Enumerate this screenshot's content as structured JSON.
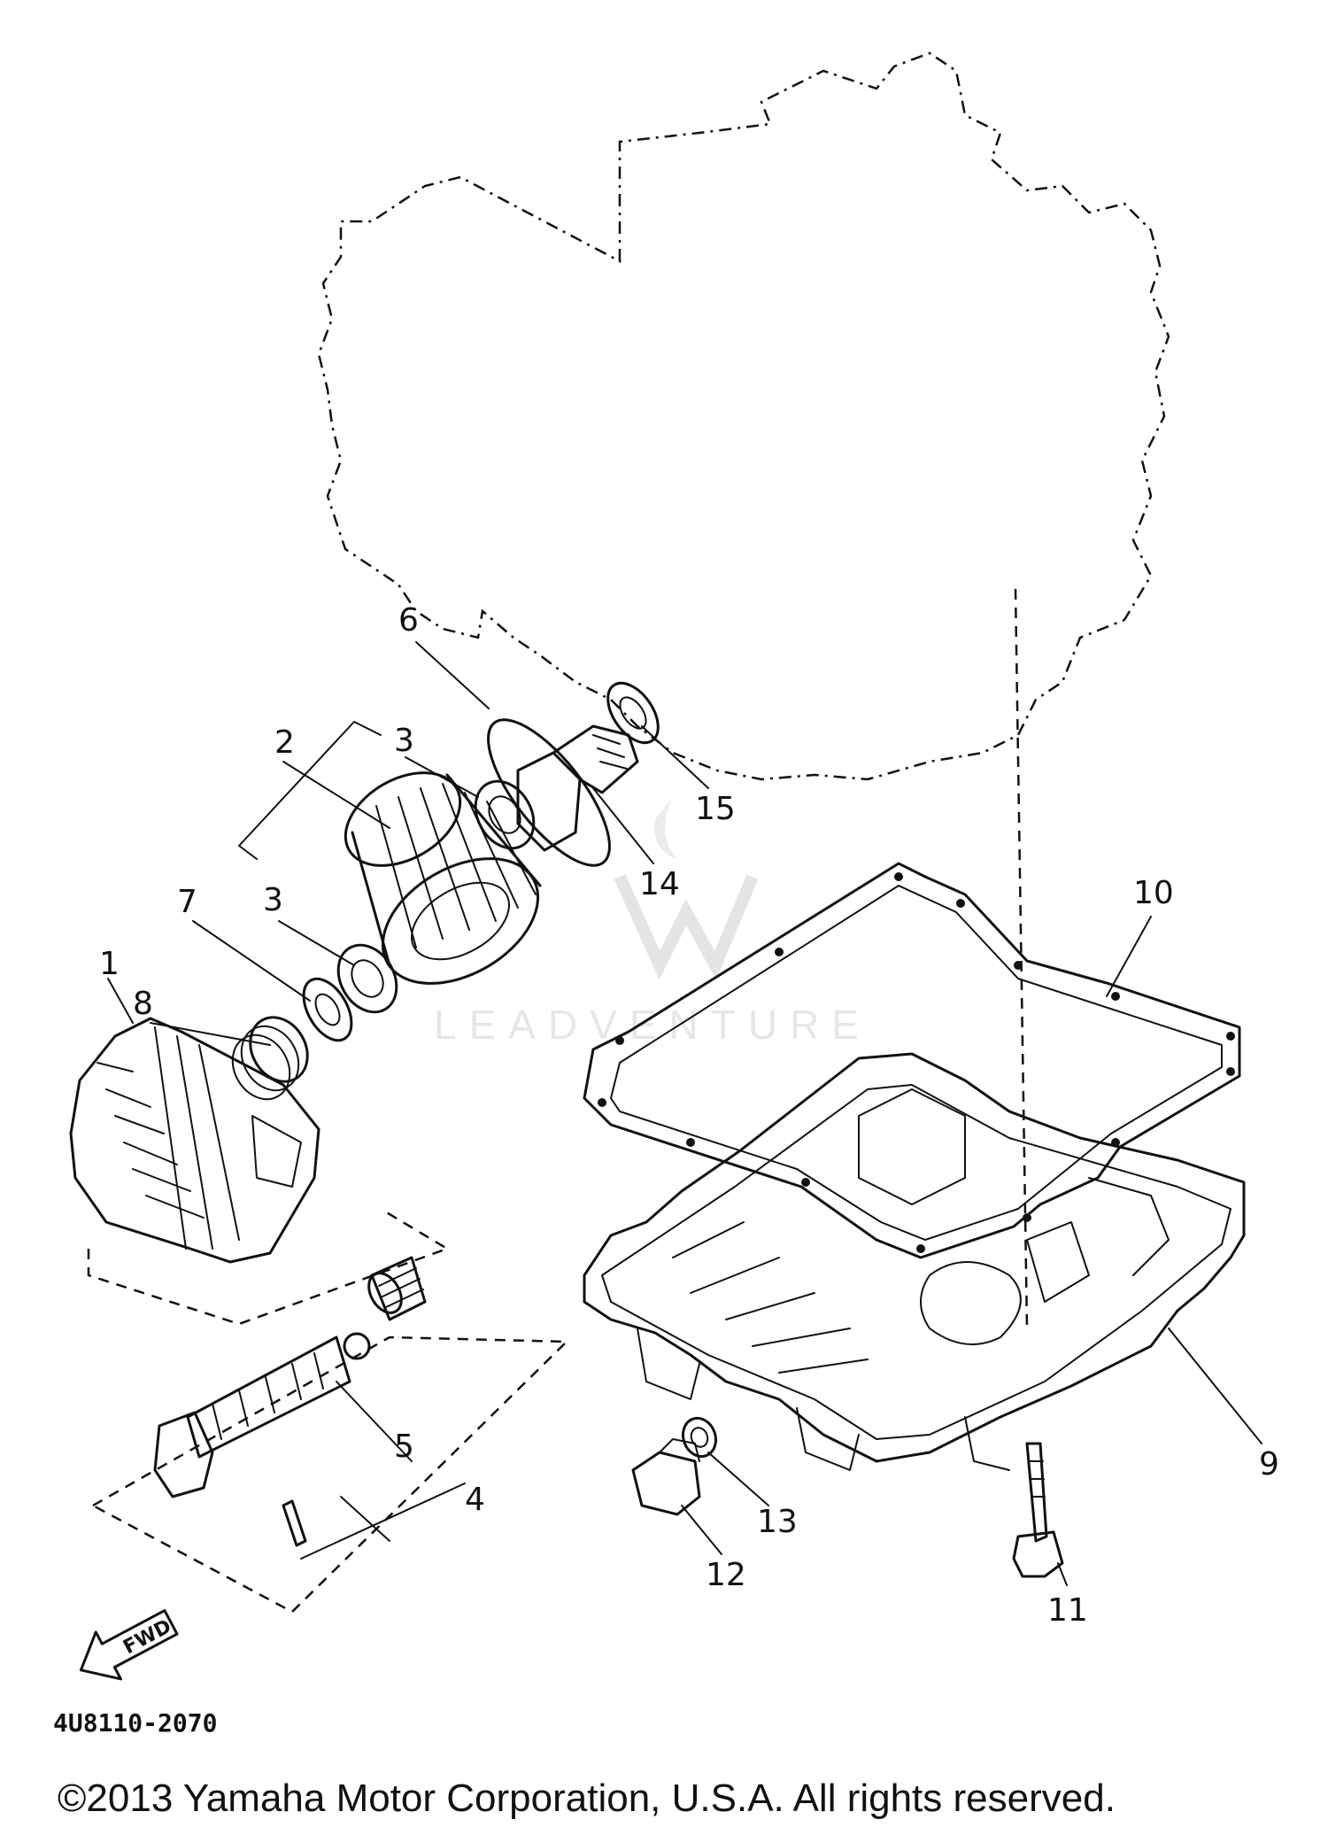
{
  "diagram": {
    "callouts": [
      {
        "id": "1",
        "label": "1"
      },
      {
        "id": "2",
        "label": "2"
      },
      {
        "id": "3a",
        "label": "3"
      },
      {
        "id": "3b",
        "label": "3"
      },
      {
        "id": "4",
        "label": "4"
      },
      {
        "id": "5",
        "label": "5"
      },
      {
        "id": "6",
        "label": "6"
      },
      {
        "id": "7",
        "label": "7"
      },
      {
        "id": "8",
        "label": "8"
      },
      {
        "id": "9",
        "label": "9"
      },
      {
        "id": "10",
        "label": "10"
      },
      {
        "id": "11",
        "label": "11"
      },
      {
        "id": "12",
        "label": "12"
      },
      {
        "id": "13",
        "label": "13"
      },
      {
        "id": "14",
        "label": "14"
      },
      {
        "id": "15",
        "label": "15"
      }
    ],
    "direction_label": "FWD",
    "diagram_code": "4U8110-2070",
    "watermark_text": "LEADVENTURE",
    "copyright": "©2013 Yamaha Motor Corporation, U.S.A. All rights reserved."
  }
}
